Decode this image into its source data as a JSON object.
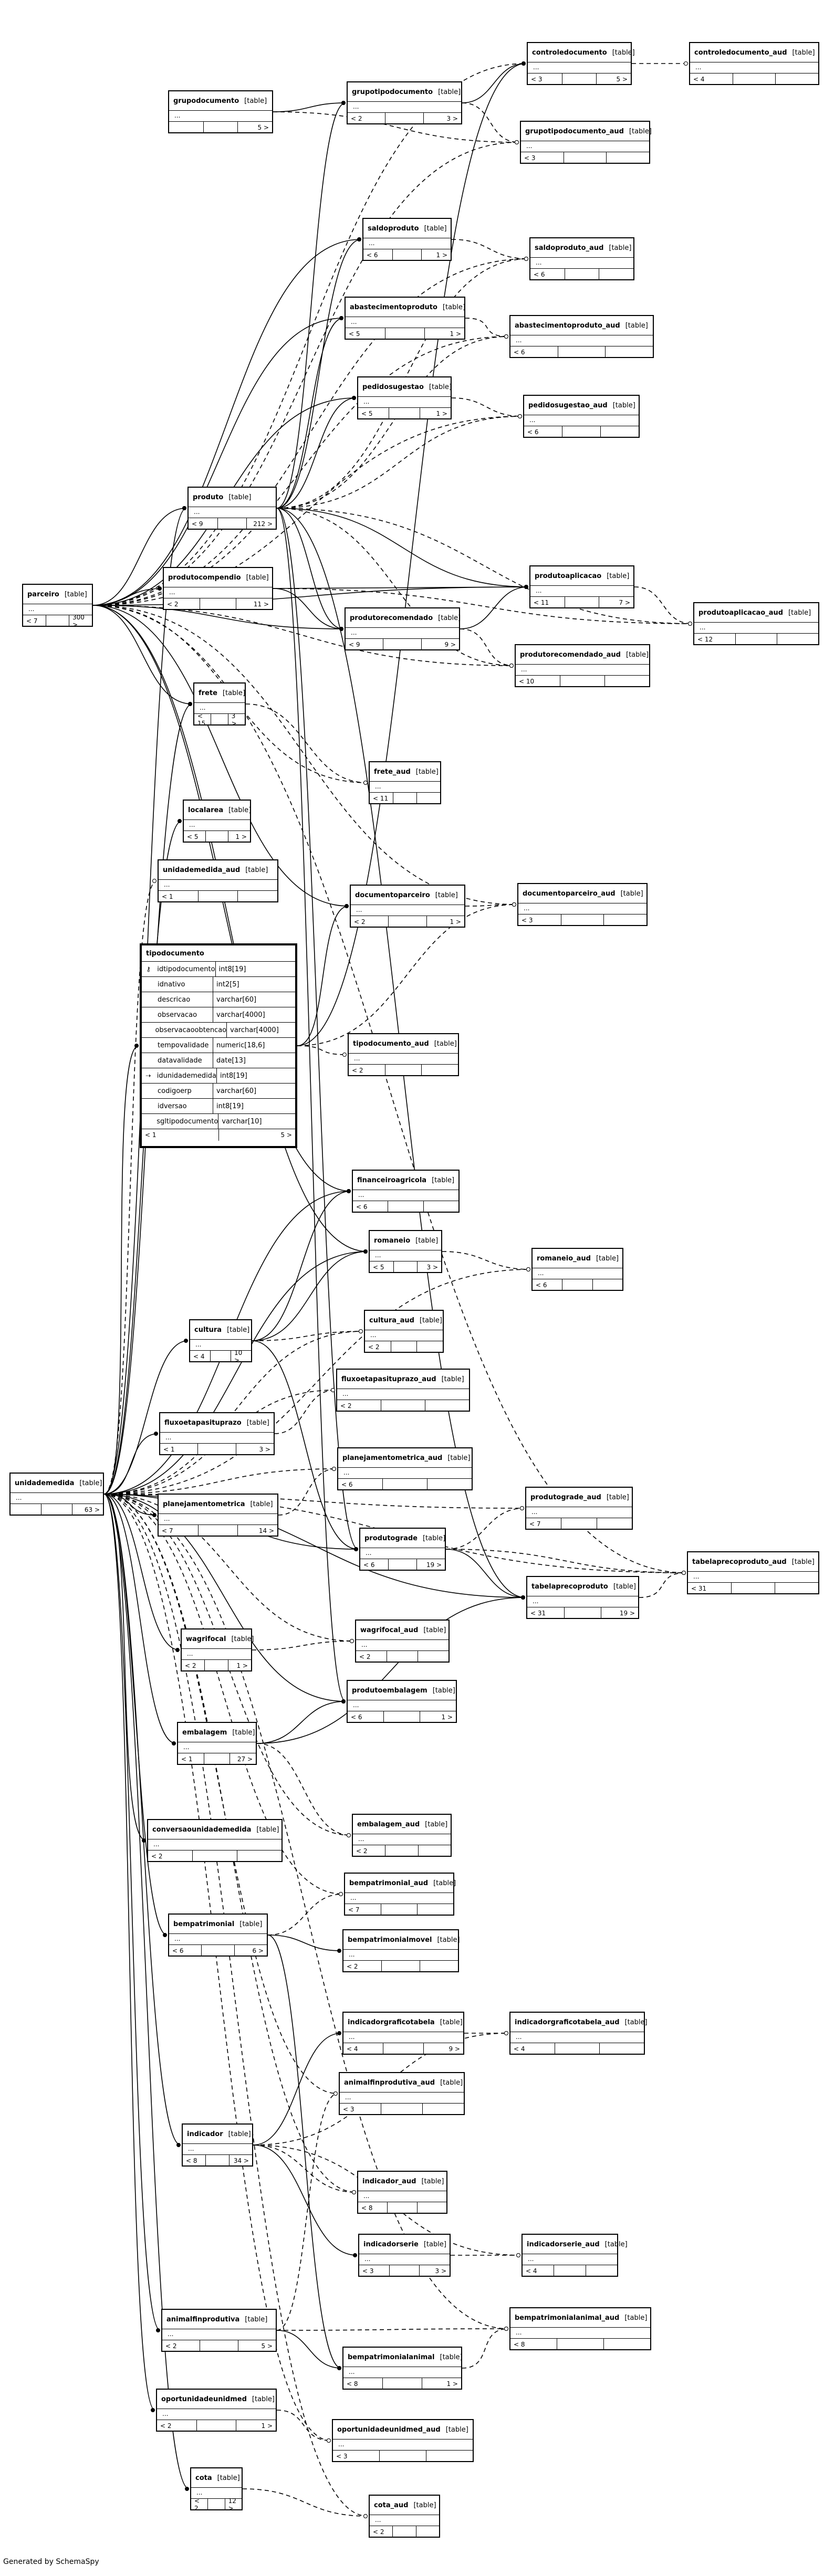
{
  "footer": {
    "generated_by": "Generated by SchemaSpy"
  },
  "kind_label": "[table]",
  "entities": [
    {
      "name": "controledocumento",
      "kind": "[table]",
      "left": "< 3",
      "right": "5 >"
    },
    {
      "name": "controledocumento_aud",
      "kind": "[table]",
      "left": "< 4",
      "right": ""
    },
    {
      "name": "grupodocumento",
      "kind": "[table]",
      "left": "",
      "right": "5 >"
    },
    {
      "name": "grupotipodocumento",
      "kind": "[table]",
      "left": "< 2",
      "right": "3 >"
    },
    {
      "name": "grupotipodocumento_aud",
      "kind": "[table]",
      "left": "< 3",
      "right": ""
    },
    {
      "name": "saldoproduto",
      "kind": "[table]",
      "left": "< 6",
      "right": "1 >"
    },
    {
      "name": "saldoproduto_aud",
      "kind": "[table]",
      "left": "< 6",
      "right": ""
    },
    {
      "name": "abastecimentoproduto",
      "kind": "[table]",
      "left": "< 5",
      "right": "1 >"
    },
    {
      "name": "abastecimentoproduto_aud",
      "kind": "[table]",
      "left": "< 6",
      "right": ""
    },
    {
      "name": "pedidosugestao",
      "kind": "[table]",
      "left": "< 5",
      "right": "1 >"
    },
    {
      "name": "pedidosugestao_aud",
      "kind": "[table]",
      "left": "< 6",
      "right": ""
    },
    {
      "name": "produto",
      "kind": "[table]",
      "left": "< 9",
      "right": "212 >"
    },
    {
      "name": "parceiro",
      "kind": "[table]",
      "left": "< 7",
      "right": "300 >"
    },
    {
      "name": "produtocompendio",
      "kind": "[table]",
      "left": "< 2",
      "right": "11 >"
    },
    {
      "name": "produtoaplicacao",
      "kind": "[table]",
      "left": "< 11",
      "right": "7 >"
    },
    {
      "name": "produtoaplicacao_aud",
      "kind": "[table]",
      "left": "< 12",
      "right": ""
    },
    {
      "name": "produtorecomendado",
      "kind": "[table]",
      "left": "< 9",
      "right": "9 >"
    },
    {
      "name": "produtorecomendado_aud",
      "kind": "[table]",
      "left": "< 10",
      "right": ""
    },
    {
      "name": "frete",
      "kind": "[table]",
      "left": "< 15",
      "right": "3 >"
    },
    {
      "name": "frete_aud",
      "kind": "[table]",
      "left": "< 11",
      "right": ""
    },
    {
      "name": "localarea",
      "kind": "[table]",
      "left": "< 5",
      "right": "1 >"
    },
    {
      "name": "unidademedida_aud",
      "kind": "[table]",
      "left": "< 1",
      "right": ""
    },
    {
      "name": "documentoparceiro",
      "kind": "[table]",
      "left": "< 2",
      "right": "1 >"
    },
    {
      "name": "documentoparceiro_aud",
      "kind": "[table]",
      "left": "< 3",
      "right": ""
    },
    {
      "name": "tipodocumento_aud",
      "kind": "[table]",
      "left": "< 2",
      "right": ""
    },
    {
      "name": "financeiroagricola",
      "kind": "[table]",
      "left": "< 6",
      "right": ""
    },
    {
      "name": "romaneio",
      "kind": "[table]",
      "left": "< 5",
      "right": "3 >"
    },
    {
      "name": "romaneio_aud",
      "kind": "[table]",
      "left": "< 6",
      "right": ""
    },
    {
      "name": "cultura",
      "kind": "[table]",
      "left": "< 4",
      "right": "10 >"
    },
    {
      "name": "cultura_aud",
      "kind": "[table]",
      "left": "< 2",
      "right": ""
    },
    {
      "name": "fluxoetapasituprazo_aud",
      "kind": "[table]",
      "left": "< 2",
      "right": ""
    },
    {
      "name": "fluxoetapasituprazo",
      "kind": "[table]",
      "left": "< 1",
      "right": "3 >"
    },
    {
      "name": "planejamentometrica_aud",
      "kind": "[table]",
      "left": "< 6",
      "right": ""
    },
    {
      "name": "unidademedida",
      "kind": "[table]",
      "left": "",
      "right": "63 >"
    },
    {
      "name": "planejamentometrica",
      "kind": "[table]",
      "left": "< 7",
      "right": "14 >"
    },
    {
      "name": "produtograde_aud",
      "kind": "[table]",
      "left": "< 7",
      "right": ""
    },
    {
      "name": "produtograde",
      "kind": "[table]",
      "left": "< 6",
      "right": "19 >"
    },
    {
      "name": "tabelaprecoproduto",
      "kind": "[table]",
      "left": "< 31",
      "right": "19 >"
    },
    {
      "name": "tabelaprecoproduto_aud",
      "kind": "[table]",
      "left": "< 31",
      "right": ""
    },
    {
      "name": "wagrifocal",
      "kind": "[table]",
      "left": "< 2",
      "right": "1 >"
    },
    {
      "name": "wagrifocal_aud",
      "kind": "[table]",
      "left": "< 2",
      "right": ""
    },
    {
      "name": "produtoembalagem",
      "kind": "[table]",
      "left": "< 6",
      "right": "1 >"
    },
    {
      "name": "embalagem",
      "kind": "[table]",
      "left": "< 1",
      "right": "27 >"
    },
    {
      "name": "conversaounidademedida",
      "kind": "[table]",
      "left": "< 2",
      "right": ""
    },
    {
      "name": "embalagem_aud",
      "kind": "[table]",
      "left": "< 2",
      "right": ""
    },
    {
      "name": "bempatrimonial_aud",
      "kind": "[table]",
      "left": "< 7",
      "right": ""
    },
    {
      "name": "bempatrimonial",
      "kind": "[table]",
      "left": "< 6",
      "right": "6 >"
    },
    {
      "name": "bempatrimonialmovel",
      "kind": "[table]",
      "left": "< 2",
      "right": ""
    },
    {
      "name": "indicadorgraficotabela",
      "kind": "[table]",
      "left": "< 4",
      "right": "9 >"
    },
    {
      "name": "indicadorgraficotabela_aud",
      "kind": "[table]",
      "left": "< 4",
      "right": ""
    },
    {
      "name": "animalfinprodutiva_aud",
      "kind": "[table]",
      "left": "< 3",
      "right": ""
    },
    {
      "name": "indicador",
      "kind": "[table]",
      "left": "< 8",
      "right": "34 >"
    },
    {
      "name": "indicador_aud",
      "kind": "[table]",
      "left": "< 8",
      "right": ""
    },
    {
      "name": "indicadorserie",
      "kind": "[table]",
      "left": "< 3",
      "right": "3 >"
    },
    {
      "name": "indicadorserie_aud",
      "kind": "[table]",
      "left": "< 4",
      "right": ""
    },
    {
      "name": "animalfinprodutiva",
      "kind": "[table]",
      "left": "< 2",
      "right": "5 >"
    },
    {
      "name": "bempatrimonialanimal_aud",
      "kind": "[table]",
      "left": "< 8",
      "right": ""
    },
    {
      "name": "bempatrimonialanimal",
      "kind": "[table]",
      "left": "< 8",
      "right": "1 >"
    },
    {
      "name": "oportunidadeunidmed",
      "kind": "[table]",
      "left": "< 2",
      "right": "1 >"
    },
    {
      "name": "oportunidadeunidmed_aud",
      "kind": "[table]",
      "left": "< 3",
      "right": ""
    },
    {
      "name": "cota",
      "kind": "[table]",
      "left": "< 2",
      "right": "12 >"
    },
    {
      "name": "cota_aud",
      "kind": "[table]",
      "left": "< 2",
      "right": ""
    }
  ],
  "tipodocumento": {
    "name": "tipodocumento",
    "kind": "[table]",
    "left": "< 1",
    "right": "5 >",
    "columns": [
      {
        "icon": "key-icon",
        "glyph": "⚷",
        "name": "idtipodocumento",
        "type": "int8[19]"
      },
      {
        "icon": "",
        "glyph": "",
        "name": "idnativo",
        "type": "int2[5]"
      },
      {
        "icon": "",
        "glyph": "",
        "name": "descricao",
        "type": "varchar[60]"
      },
      {
        "icon": "",
        "glyph": "",
        "name": "observacao",
        "type": "varchar[4000]"
      },
      {
        "icon": "",
        "glyph": "",
        "name": "observacaoobtencao",
        "type": "varchar[4000]"
      },
      {
        "icon": "",
        "glyph": "",
        "name": "tempovalidade",
        "type": "numeric[18,6]"
      },
      {
        "icon": "",
        "glyph": "",
        "name": "datavalidade",
        "type": "date[13]"
      },
      {
        "icon": "foreign-key-icon",
        "glyph": "⇢",
        "name": "idunidademedida",
        "type": "int8[19]"
      },
      {
        "icon": "",
        "glyph": "",
        "name": "codigoerp",
        "type": "varchar[60]"
      },
      {
        "icon": "",
        "glyph": "",
        "name": "idversao",
        "type": "int8[19]"
      },
      {
        "icon": "",
        "glyph": "",
        "name": "sgltipodocumento",
        "type": "varchar[10]"
      }
    ]
  }
}
